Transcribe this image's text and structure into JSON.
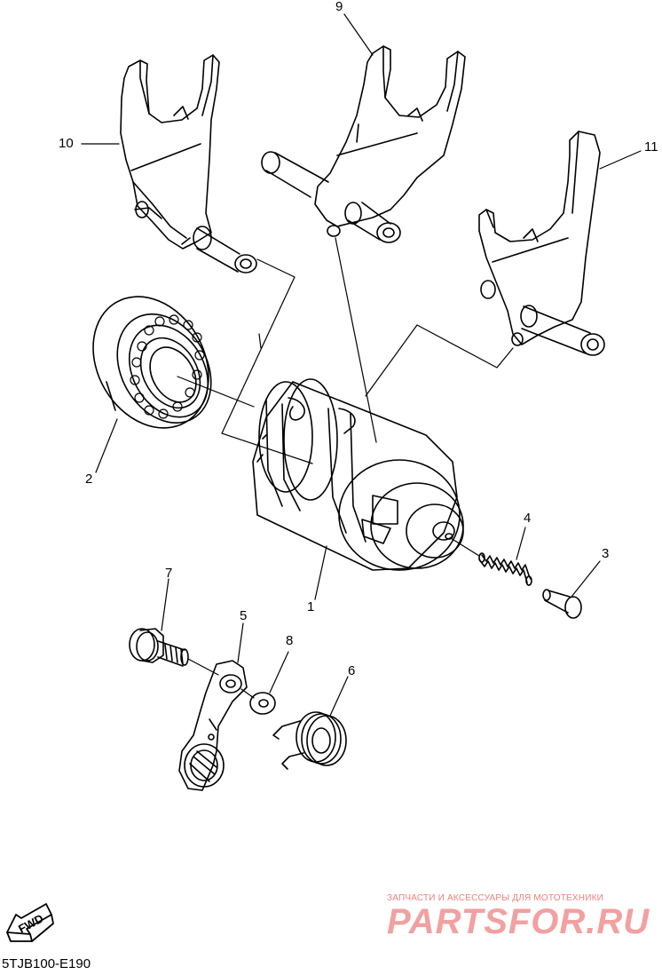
{
  "diagram": {
    "callouts": {
      "c1": "1",
      "c2": "2",
      "c3": "3",
      "c4": "4",
      "c5": "5",
      "c6": "6",
      "c7": "7",
      "c8": "8",
      "c9": "9",
      "c10": "10",
      "c11": "11"
    },
    "fwd_label": "FWD",
    "doc_code": "5TJB100-E190"
  },
  "watermark": {
    "tagline": "ЗАПЧАСТИ И АКСЕССУАРЫ ДЛЯ МОТОТЕХНИКИ",
    "logo_text": "PARTSFOR.RU",
    "color": "#f07f80"
  }
}
